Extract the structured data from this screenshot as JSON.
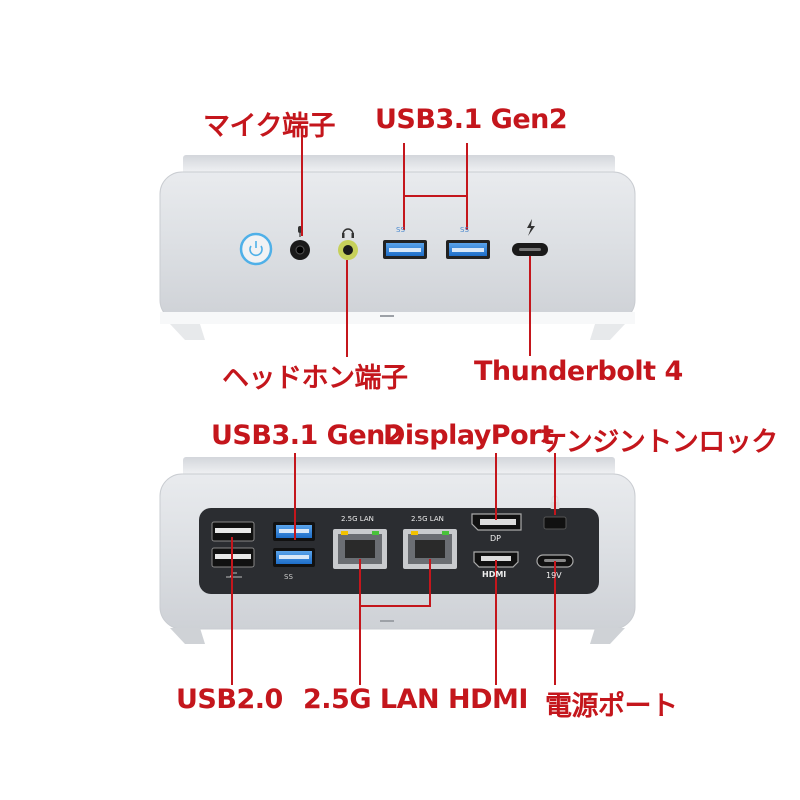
{
  "front": {
    "labels": {
      "mic": "マイク端子",
      "usb31": "USB3.1 Gen2",
      "headphone": "ヘッドホン端子",
      "thunderbolt": "Thunderbolt 4"
    },
    "port_marks": {
      "ss_left": "SS",
      "ss_right": "SS"
    }
  },
  "rear": {
    "labels": {
      "usb31": "USB3.1 Gen2",
      "displayport": "DisplayPort",
      "kensington": "ケンジントンロック",
      "usb20": "USB2.0",
      "lan": "2.5G LAN",
      "hdmi": "HDMI",
      "power": "電源ポート"
    },
    "port_marks": {
      "lan1": "2.5G LAN",
      "lan2": "2.5G LAN",
      "dp": "DP",
      "hdmi": "HDMI",
      "volt": "19V",
      "ss": "SS"
    }
  },
  "colors": {
    "callout": "#c4161c",
    "chassis": "#e6e8ec",
    "panel": "#2b2d31",
    "usb3_blue": "#2f7fd6",
    "power_ring": "#4fb0e8"
  }
}
